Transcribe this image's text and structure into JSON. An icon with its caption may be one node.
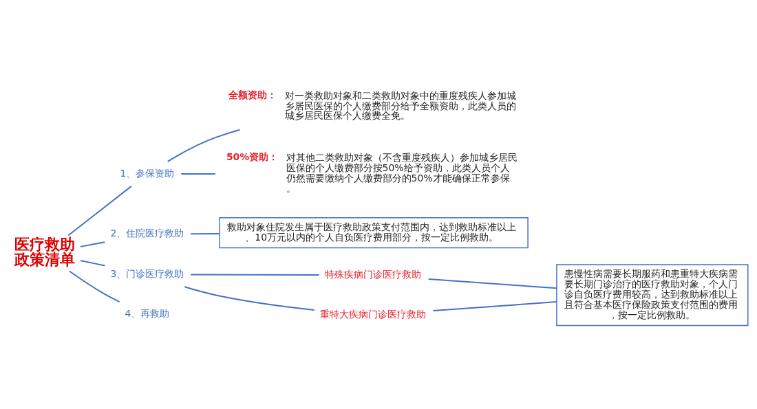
{
  "diagram": {
    "nodes": [
      {
        "text": [
          "医疗救助政策清单"
        ]
      },
      {
        "text": [
          "1、参保资助"
        ]
      },
      {
        "text": [
          "全额资助："
        ],
        "beside": [
          "对一类救助对象和二类救助对象中的重度残疾人参加城乡居民医保的个人缴费部分给予全额资助，此类人员的城乡居民医保个人缴费全免。"
        ]
      },
      {
        "text": [
          "50%资助："
        ],
        "beside": [
          "对其他二类救助对象（不含重度残疾人）参加城乡居民医保的个人缴费部分按50%给予资助，此类人员个人仍然需要缴纳个人缴费部分的50%才能确保正常参保。"
        ]
      },
      {
        "text": [
          "2、住院医疗救助"
        ]
      },
      {
        "text": [
          "救助对象住院发生属于医疗救助政策支付范围内，达到救助标准以上、10万元以内的个人自负医疗费用部分，按一定比例救助。"
        ]
      },
      {
        "text": [
          "3、门诊医疗救助"
        ]
      },
      {
        "text": [
          "特殊疾病门诊医疗救助"
        ]
      },
      {
        "text": [
          "重特大疾病门诊医疗救助"
        ]
      },
      {
        "text": [
          "患慢性病需要长期服药和患重特大疾病需要长期门诊治疗的医疗救助对象，个人门诊自负医疗费用较高，达到救助标准以上且符合基本医疗保险政策支付范围的费用，按一定比例救助。"
        ]
      },
      {
        "text": [
          "4、再救助"
        ]
      }
    ],
    "edges": [
      {
        "from": 0,
        "to": 1,
        "arrow": "none"
      },
      {
        "from": 1,
        "to": 2,
        "arrow": "none"
      },
      {
        "from": 1,
        "to": 3,
        "arrow": "none"
      },
      {
        "from": 0,
        "to": 4,
        "arrow": "none"
      },
      {
        "from": 4,
        "to": 5,
        "arrow": "none"
      },
      {
        "from": 0,
        "to": 6,
        "arrow": "none"
      },
      {
        "from": 6,
        "to": 7,
        "arrow": "none"
      },
      {
        "from": 6,
        "to": 8,
        "arrow": "none"
      },
      {
        "from": 7,
        "to": 9,
        "arrow": "none"
      },
      {
        "from": 8,
        "to": 9,
        "arrow": "none"
      },
      {
        "from": 0,
        "to": 10,
        "arrow": "none"
      }
    ]
  }
}
